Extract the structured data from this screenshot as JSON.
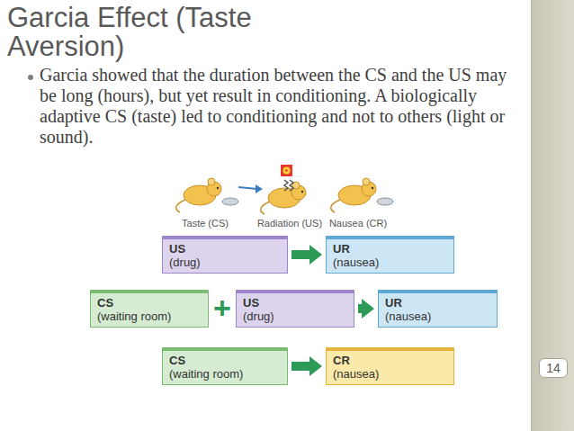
{
  "diagram": {
    "title": "Garcia Effect (Taste Aversion)",
    "nodes": [
      {
        "text": [
          "US",
          "(drug)"
        ]
      },
      {
        "text": [
          "UR",
          "(nausea)"
        ]
      },
      {
        "text": [
          "CS",
          "(waiting room)"
        ]
      },
      {
        "text": [
          "US",
          "(drug)"
        ]
      },
      {
        "text": [
          "UR",
          "(nausea)"
        ]
      },
      {
        "text": [
          "CS",
          "(waiting room)"
        ]
      },
      {
        "text": [
          "CR",
          "(nausea)"
        ]
      }
    ],
    "edges": [
      {
        "from": 0,
        "to": 1,
        "arrow": "to"
      },
      {
        "from": 3,
        "to": 4,
        "arrow": "to"
      },
      {
        "from": 5,
        "to": 6,
        "arrow": "to"
      }
    ],
    "labels": [
      "Garcia showed that the duration between the CS and the US may be long (hours), but yet result in conditioning. A biologically adaptive CS (taste) led to conditioning and not to others (light or sound).",
      "Taste (CS)",
      "Radiation (US)",
      "Nausea (CR)",
      "+",
      "14"
    ]
  }
}
